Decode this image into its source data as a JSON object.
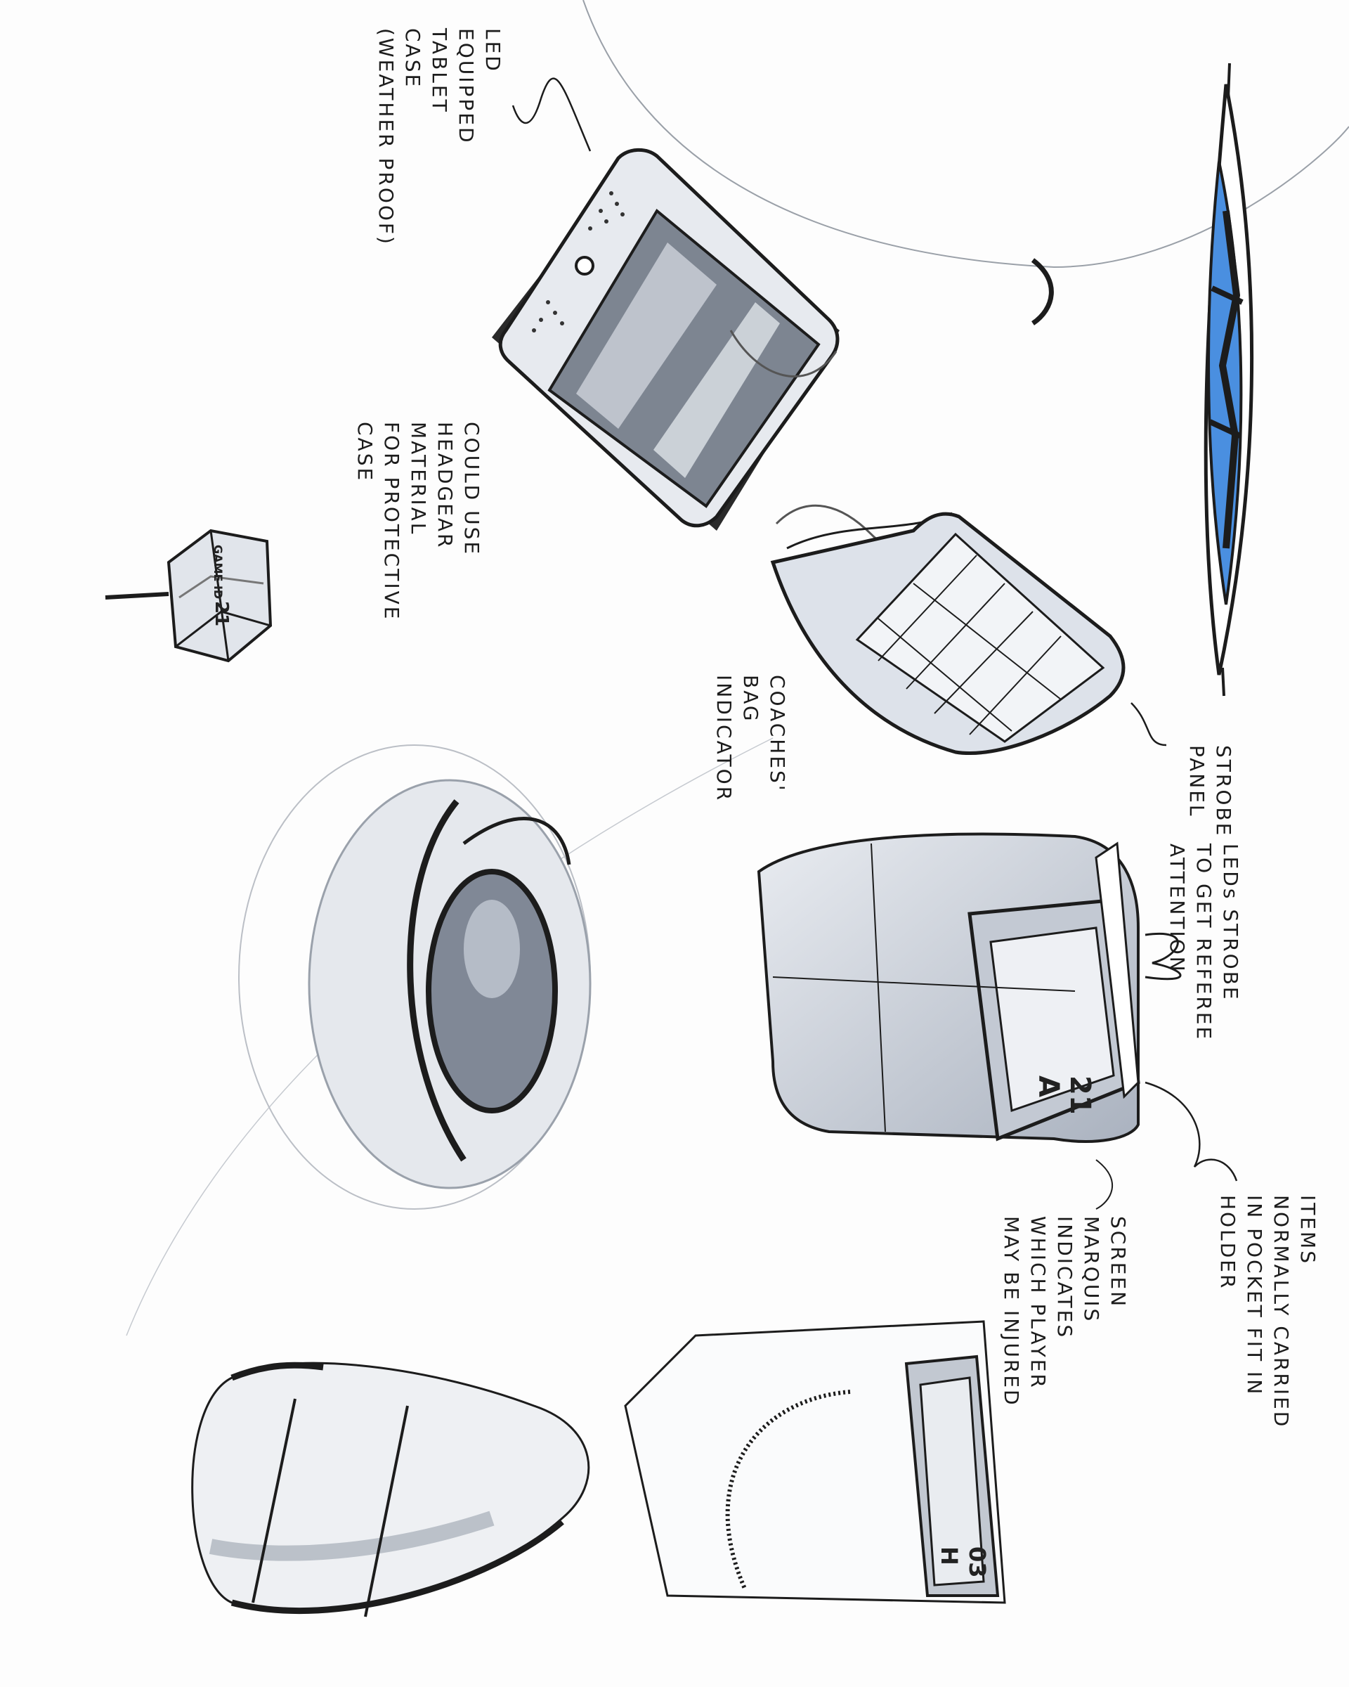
{
  "annotations": {
    "tablet_case": "LED\nEQUIPPED\nTABLET\nCASE\n(WEATHER PROOF)",
    "headgear": "COULD USE\nHEADGEAR\nMATERIAL\nFOR PROTECTIVE\nCASE",
    "coaches_bag": "COACHES'\nBAG\nINDICATOR",
    "strobe_panel": "STROBE\nPANEL",
    "leds_strobe": "LEDs STROBE\nTO GET REFEREE\nATTENTION",
    "items_pocket": "ITEMS\nNORMALLY CARRIED\nIN POCKET FIT IN\nHOLDER",
    "screen_marquis": "SCREEN\nMARQUIS\nINDICATES\nWHICH PLAYER\nMAY BE INJURED"
  },
  "device_labels": {
    "cube_top": "GAME ID",
    "cube_number": "21",
    "holder_number": "21",
    "holder_letter": "A",
    "bottom_number": "03",
    "bottom_letter": "H"
  },
  "colors": {
    "ink": "#1c1c1c",
    "marker_grey": "#b9c0cc",
    "marker_light": "#dde2ea",
    "accent_blue": "#4a8fe0"
  }
}
